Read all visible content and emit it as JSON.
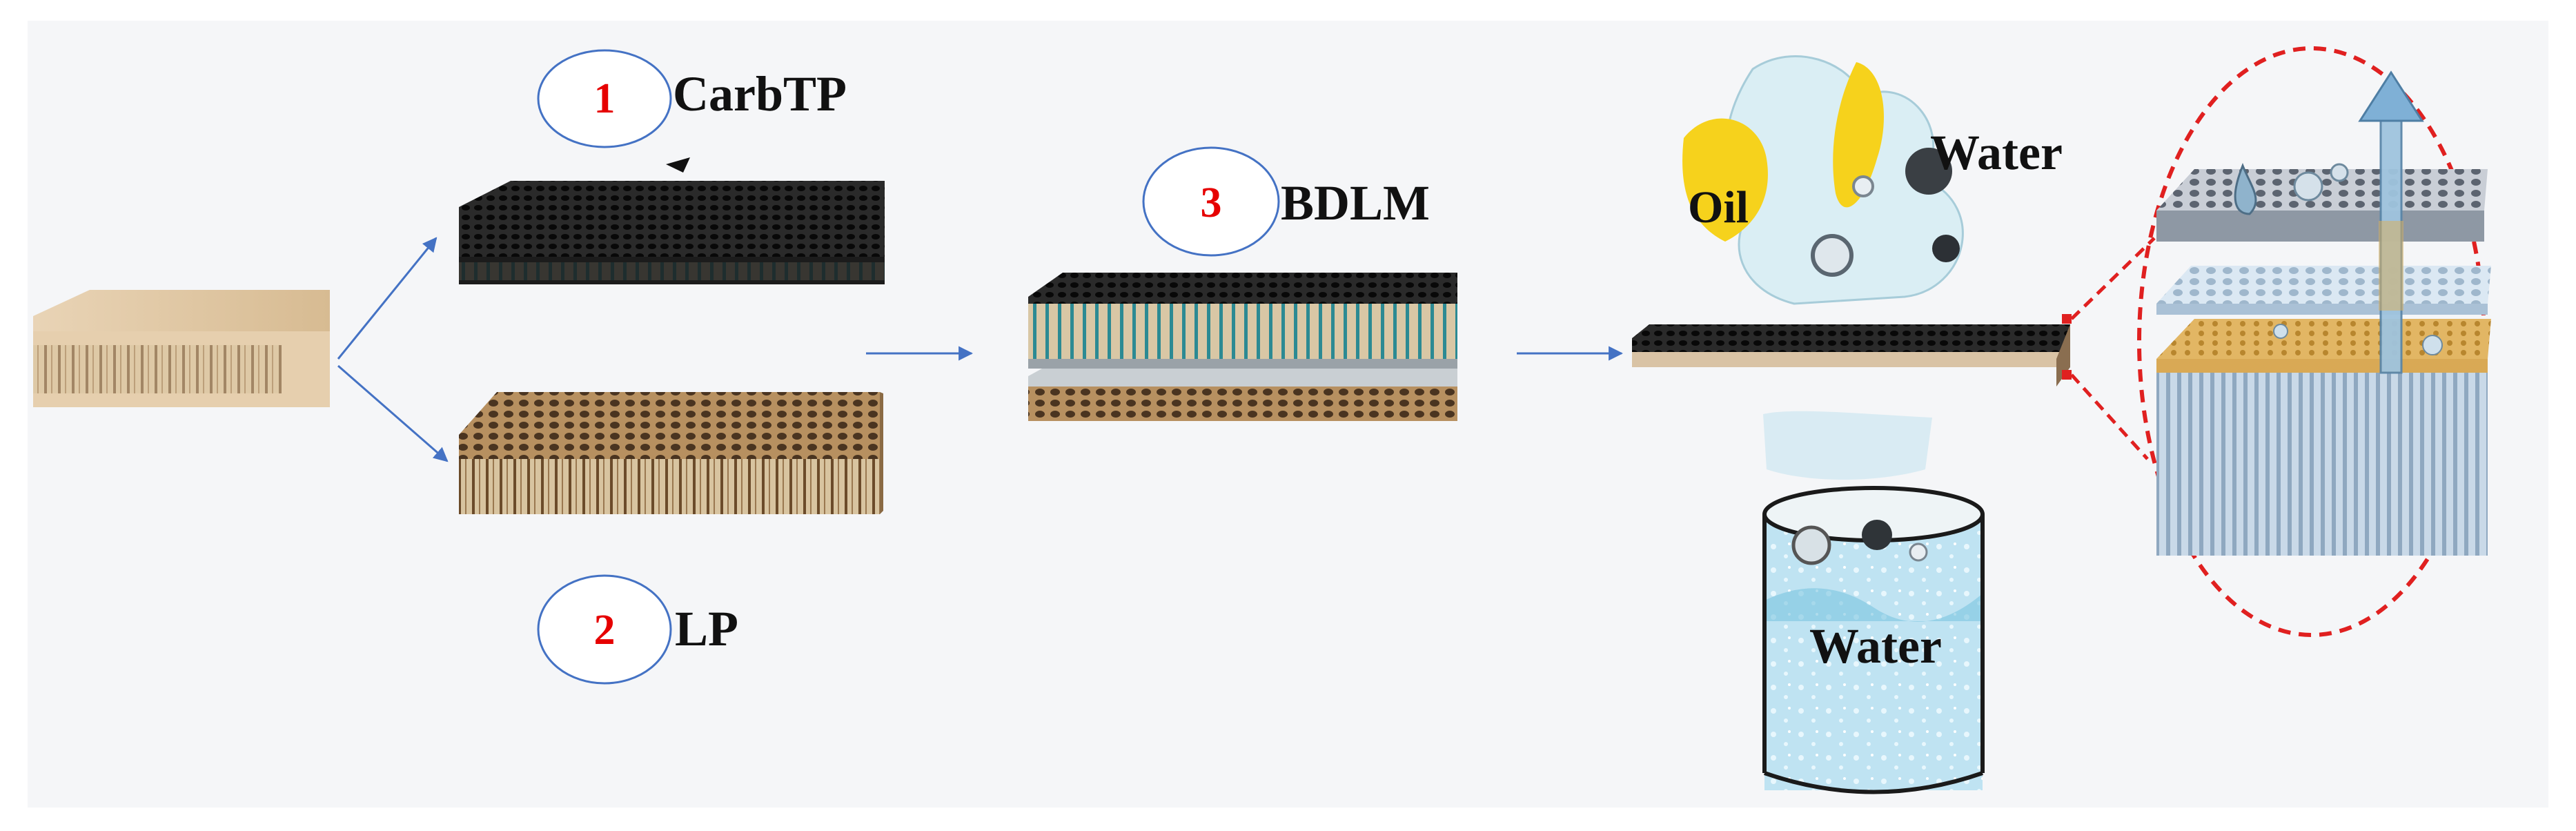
{
  "diagram": {
    "steps": [
      {
        "number": "1",
        "label": "CarbTP"
      },
      {
        "number": "2",
        "label": "LP"
      },
      {
        "number": "3",
        "label": "BDLM"
      }
    ],
    "separation": {
      "oil_label": "Oil",
      "water_top_label": "Water",
      "water_bottom_label": "Water"
    }
  },
  "colors": {
    "arrow": "#4472c4",
    "circle_outline": "#4472c4",
    "number_text": "#e60000",
    "zoom_ellipse": "#e02020",
    "oil": "#f6d21c"
  }
}
